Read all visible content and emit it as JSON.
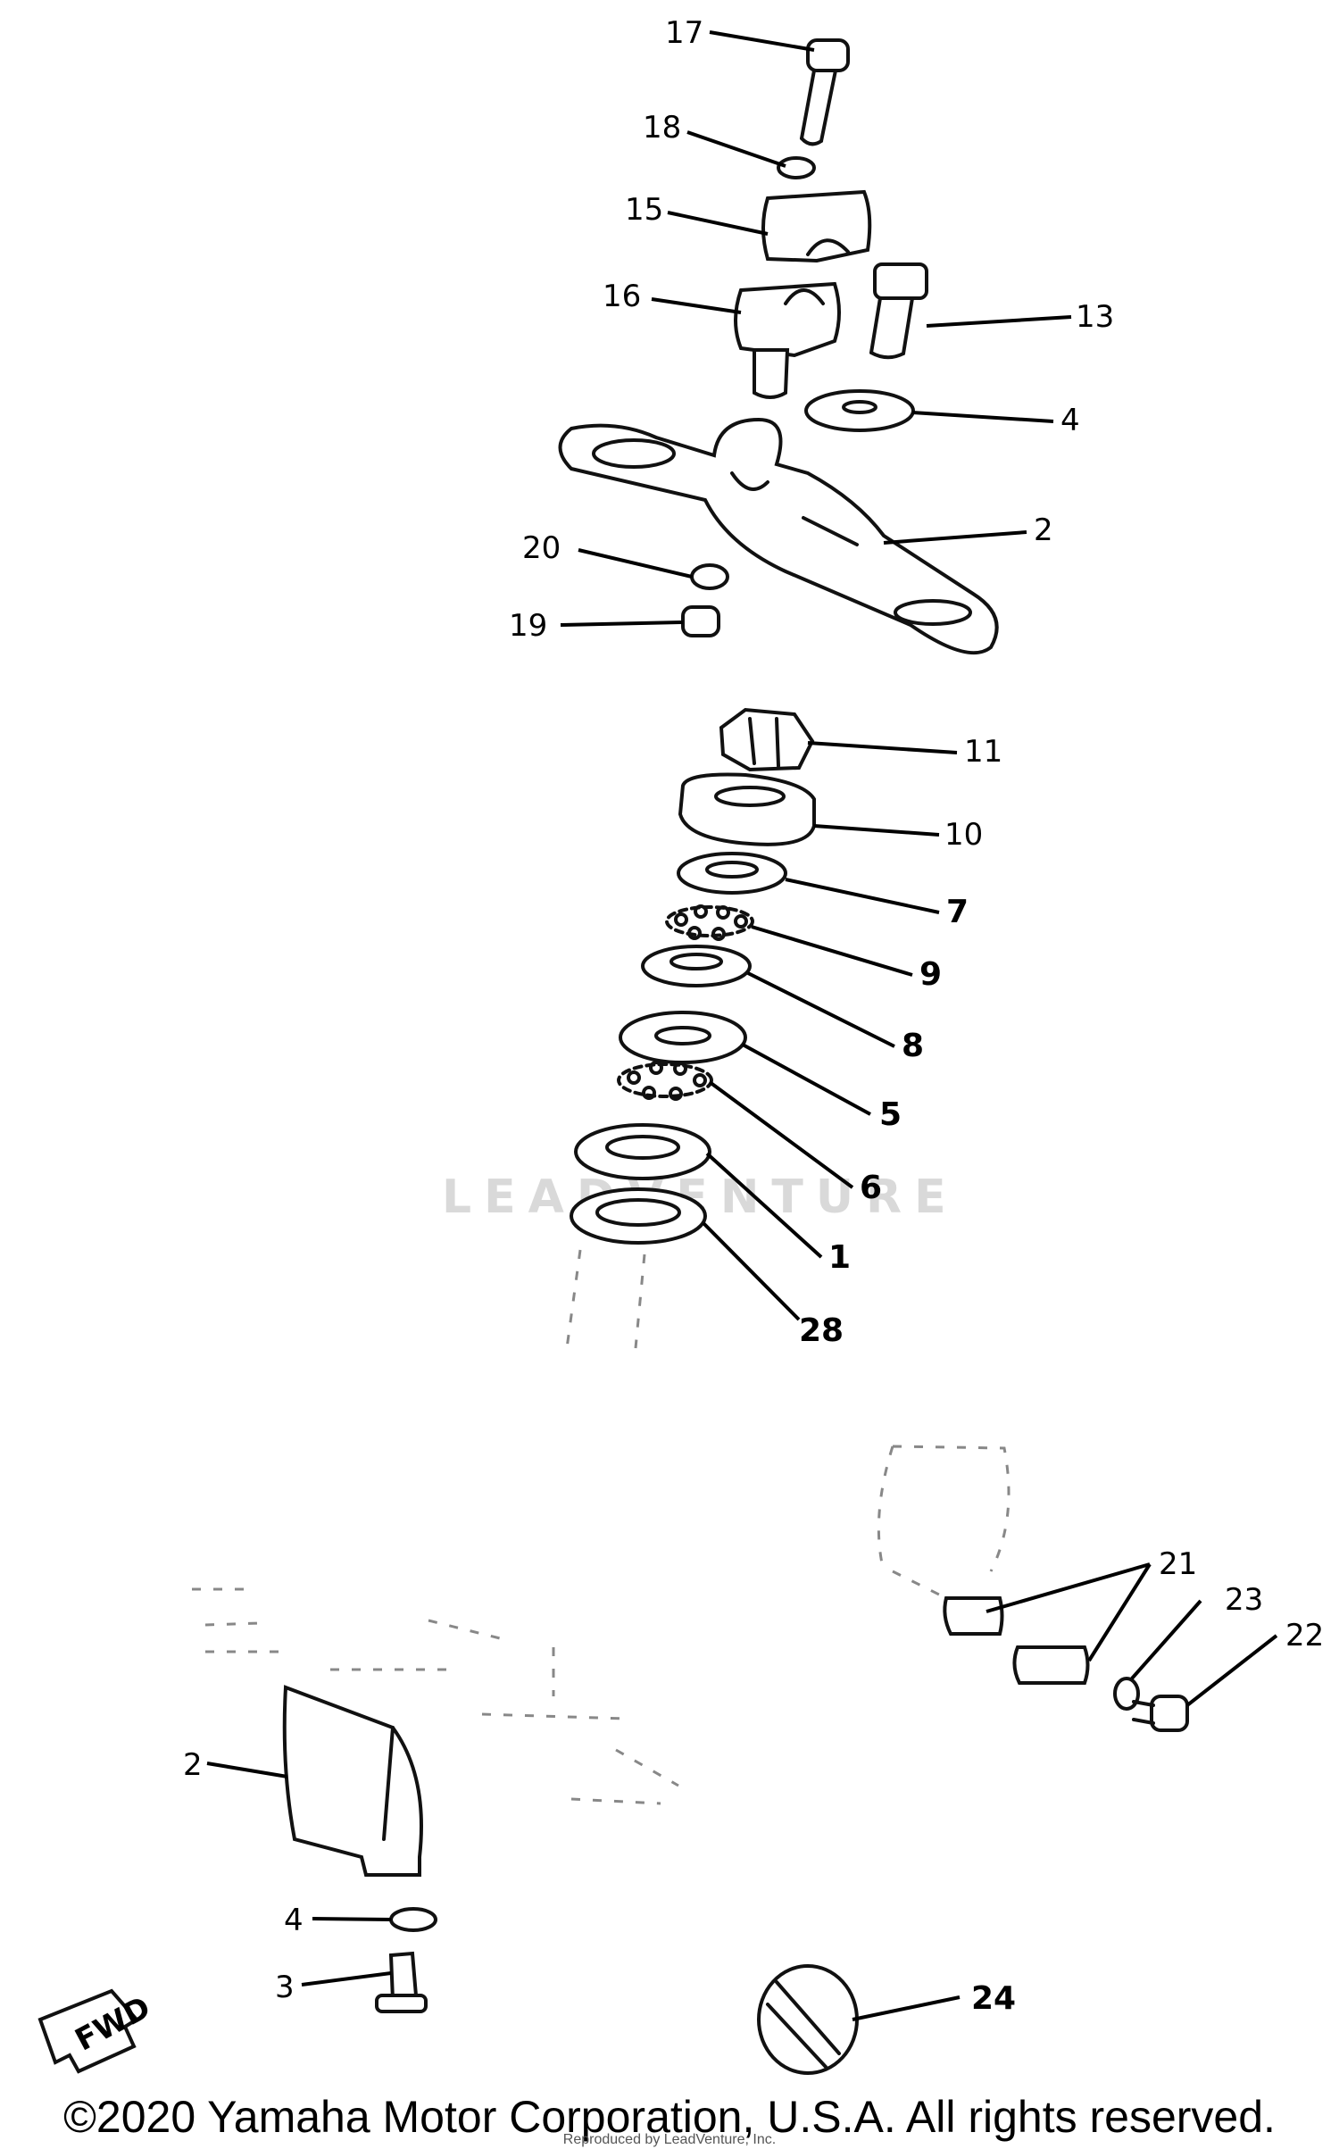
{
  "callouts": {
    "c17": "17",
    "c18": "18",
    "c15": "15",
    "c16": "16",
    "c13": "13",
    "c4a": "4",
    "c2a": "2",
    "c20": "20",
    "c19": "19",
    "c11": "11",
    "c10": "10",
    "c7": "7",
    "c9": "9",
    "c8": "8",
    "c5": "5",
    "c6": "6",
    "c1": "1",
    "c28": "28",
    "c21": "21",
    "c23": "23",
    "c22": "22",
    "c2b": "2",
    "c4b": "4",
    "c3": "3",
    "c24": "24"
  },
  "fwd_label": "FWD",
  "watermark": "LEADVENTURE",
  "copyright": "©2020 Yamaha Motor Corporation, U.S.A. All rights reserved.",
  "reproduced": "Reproduced by LeadVenture, Inc."
}
